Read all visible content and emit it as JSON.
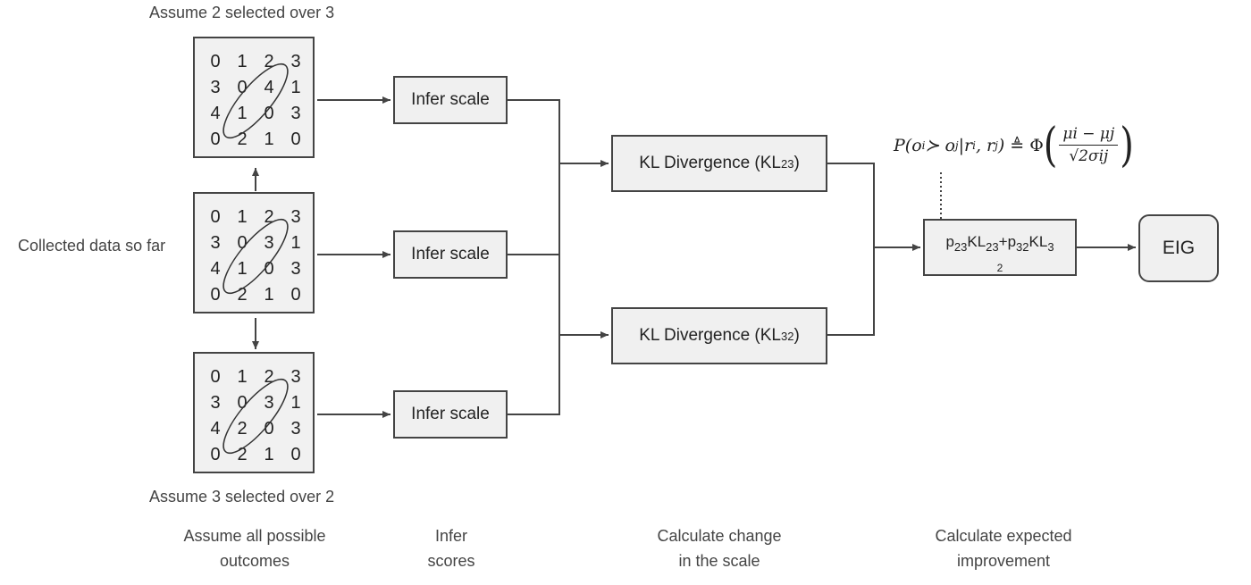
{
  "labels": {
    "top_assumption": "Assume 2 selected over 3",
    "bottom_assumption": "Assume 3 selected over 2",
    "collected": "Collected data so far"
  },
  "matrices": {
    "top": {
      "rows": [
        [
          "0",
          "1",
          "2",
          "3"
        ],
        [
          "3",
          "0",
          "4",
          "1"
        ],
        [
          "4",
          "1",
          "0",
          "3"
        ],
        [
          "0",
          "2",
          "1",
          "0"
        ]
      ]
    },
    "middle": {
      "rows": [
        [
          "0",
          "1",
          "2",
          "3"
        ],
        [
          "3",
          "0",
          "3",
          "1"
        ],
        [
          "4",
          "1",
          "0",
          "3"
        ],
        [
          "0",
          "2",
          "1",
          "0"
        ]
      ]
    },
    "bottom": {
      "rows": [
        [
          "0",
          "1",
          "2",
          "3"
        ],
        [
          "3",
          "0",
          "3",
          "1"
        ],
        [
          "4",
          "2",
          "0",
          "3"
        ],
        [
          "0",
          "2",
          "1",
          "0"
        ]
      ]
    }
  },
  "boxes": {
    "infer_scale": "Infer scale",
    "kl_prefix": "KL Divergence (KL",
    "kl_23_sub": "23",
    "kl_32_sub": "32",
    "kl_suffix": ")",
    "sum": {
      "p": "p",
      "p23_sub": "23",
      "kl": "KL",
      "kl23_sub": "23",
      "plus": "+",
      "p32_sub": "32",
      "kl3_sub": "3",
      "wrap": "2"
    },
    "eig": "EIG"
  },
  "formula": {
    "lhs": "P(o",
    "i": "i",
    "succ": " ≻ o",
    "j": "j",
    "cond": "|r",
    "ri_close": ", r",
    "close": ")",
    "defeq": "≜",
    "phi": "Φ",
    "numerator": "μi − μj",
    "denominator": "√2σij"
  },
  "stages": {
    "s1_line1": "Assume all possible",
    "s1_line2": "outcomes",
    "s2_line1": "Infer",
    "s2_line2": "scores",
    "s3_line1": "Calculate change",
    "s3_line2": "in the scale",
    "s4_line1": "Calculate expected",
    "s4_line2": "improvement"
  }
}
